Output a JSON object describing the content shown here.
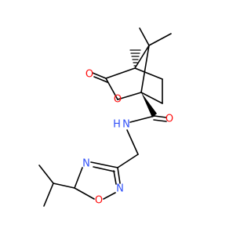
{
  "molecule": {
    "atoms": {
      "ring_O": {
        "symbol": "O",
        "color": "#ff0d0d"
      },
      "carbonyl_O": {
        "symbol": "O",
        "color": "#ff0d0d"
      },
      "amide_O": {
        "symbol": "O",
        "color": "#ff0d0d"
      },
      "amide_N": {
        "symbol": "N",
        "color": "#3050f8"
      },
      "amide_H": {
        "symbol": "H",
        "color": "#3050f8"
      },
      "oxadiazole_N4": {
        "symbol": "N",
        "color": "#3050f8"
      },
      "oxadiazole_N2": {
        "symbol": "N",
        "color": "#3050f8"
      },
      "oxadiazole_O1": {
        "symbol": "O",
        "color": "#ff0d0d"
      }
    },
    "bond_color": "#000000"
  }
}
